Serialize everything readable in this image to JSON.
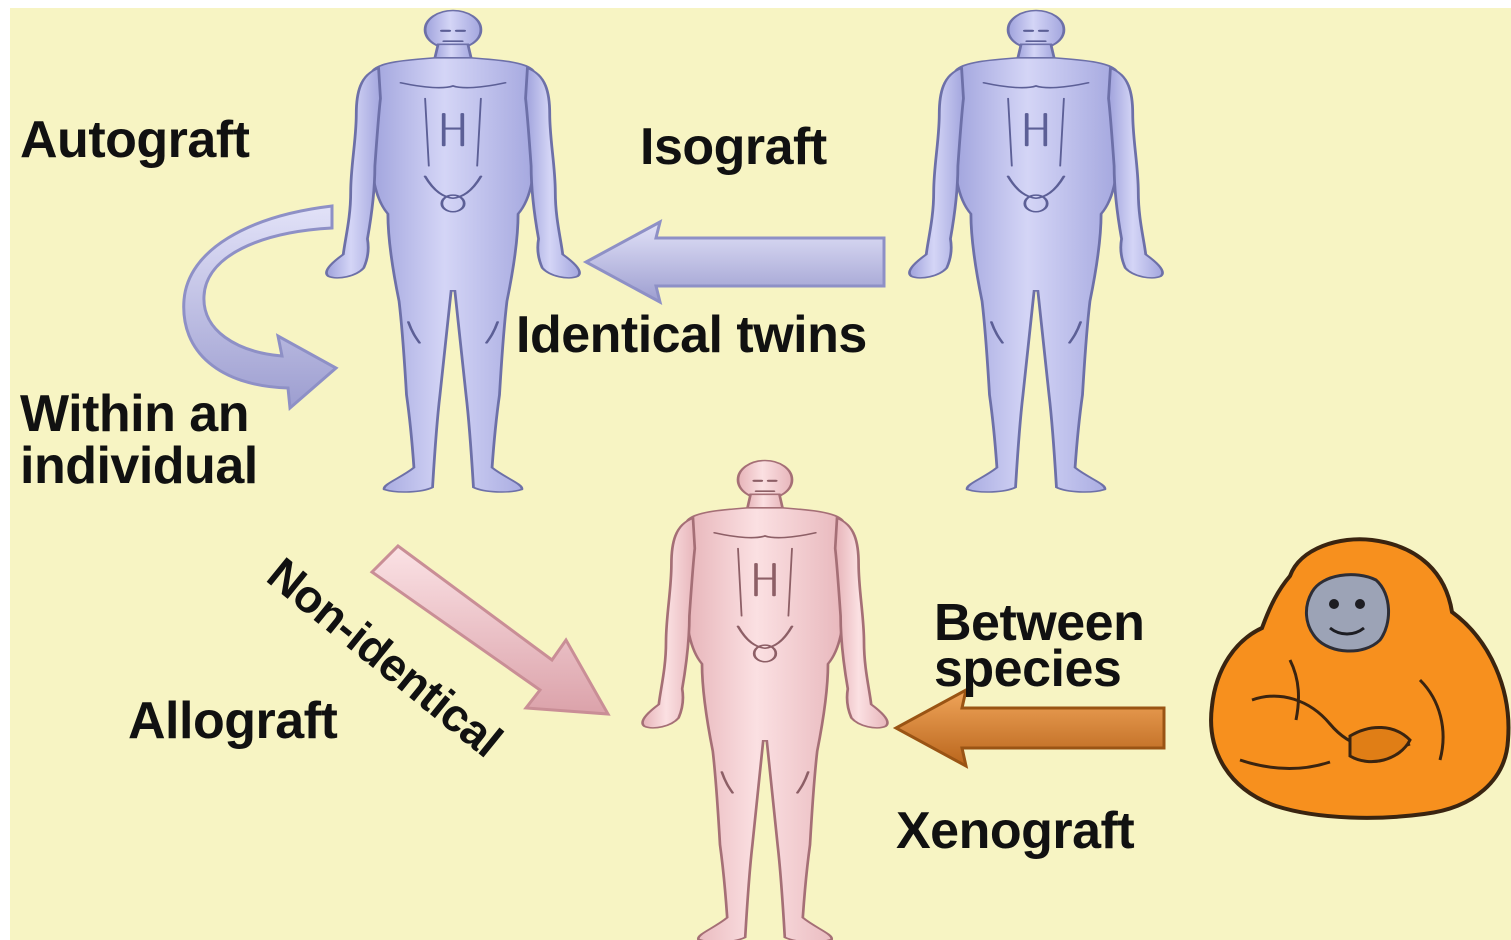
{
  "labels": {
    "autograft": "Autograft",
    "isograft": "Isograft",
    "identical_twins": "Identical twins",
    "within_individual": "Within an\nindividual",
    "non_identical": "Non-identical",
    "allograft": "Allograft",
    "between_species": "Between\nspecies",
    "xenograft": "Xenograft"
  },
  "colors": {
    "background": "#f7f4c3",
    "human_lavender": "#c6c8f2",
    "human_pink": "#f6d3d6",
    "arrow_lavender": "#bdbde6",
    "arrow_pink": "#f2c6cc",
    "arrow_orange": "#d8822c",
    "primate_orange": "#f7901e"
  },
  "figures": {
    "top_left": "human-figure",
    "top_right": "human-figure",
    "bottom_center": "human-figure",
    "bottom_right": "primate-figure"
  }
}
